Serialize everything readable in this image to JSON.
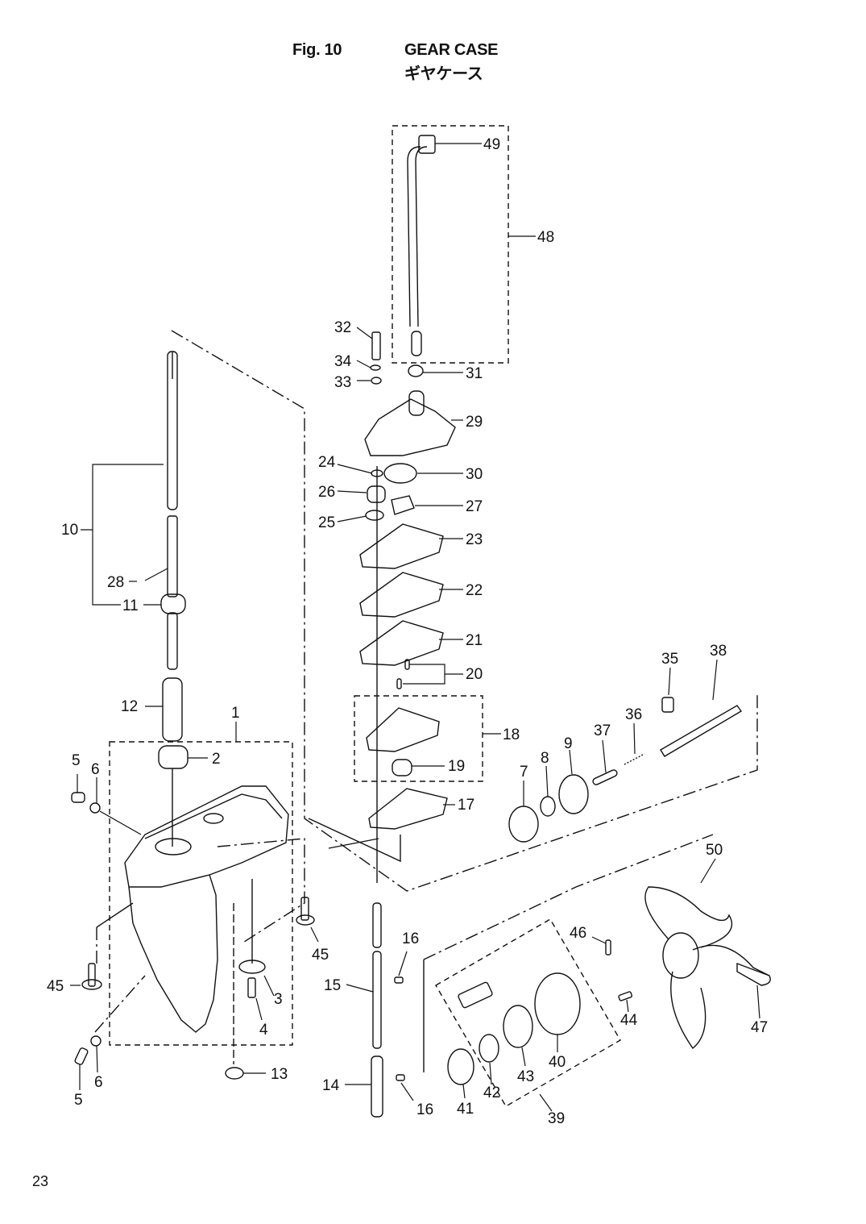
{
  "header": {
    "fig": "Fig. 10",
    "title": "GEAR CASE",
    "title_ja": "ギヤケース"
  },
  "page_number": "23",
  "callouts": [
    "1",
    "2",
    "3",
    "4",
    "5",
    "5",
    "6",
    "6",
    "7",
    "8",
    "9",
    "10",
    "11",
    "12",
    "13",
    "14",
    "15",
    "16",
    "16",
    "17",
    "18",
    "19",
    "20",
    "21",
    "22",
    "23",
    "24",
    "25",
    "26",
    "27",
    "28",
    "29",
    "30",
    "31",
    "32",
    "33",
    "34",
    "35",
    "36",
    "37",
    "38",
    "39",
    "40",
    "41",
    "42",
    "43",
    "44",
    "45",
    "45",
    "46",
    "47",
    "48",
    "49",
    "50"
  ]
}
